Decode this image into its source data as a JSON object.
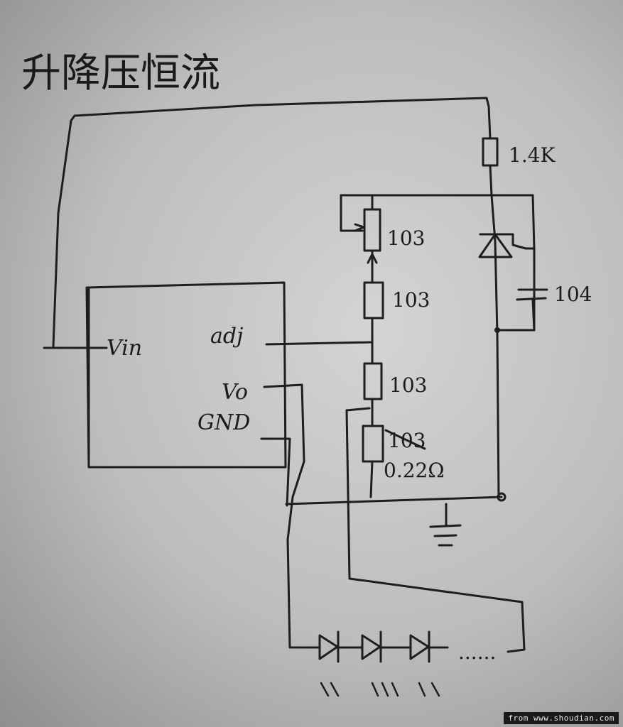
{
  "title": "升降压恒流",
  "ic": {
    "pin_vin": "Vin",
    "pin_adj": "adj",
    "pin_vo": "Vo",
    "pin_gnd": "GND"
  },
  "components": {
    "r_top": "1.4K",
    "pot_top": "103",
    "r_mid1": "103",
    "r_mid2": "103",
    "r_sense_struck": "103",
    "r_sense": "0.22Ω",
    "cap": "104"
  },
  "leds": {
    "continuation": "......"
  },
  "watermark": "from www.shoudian.com"
}
